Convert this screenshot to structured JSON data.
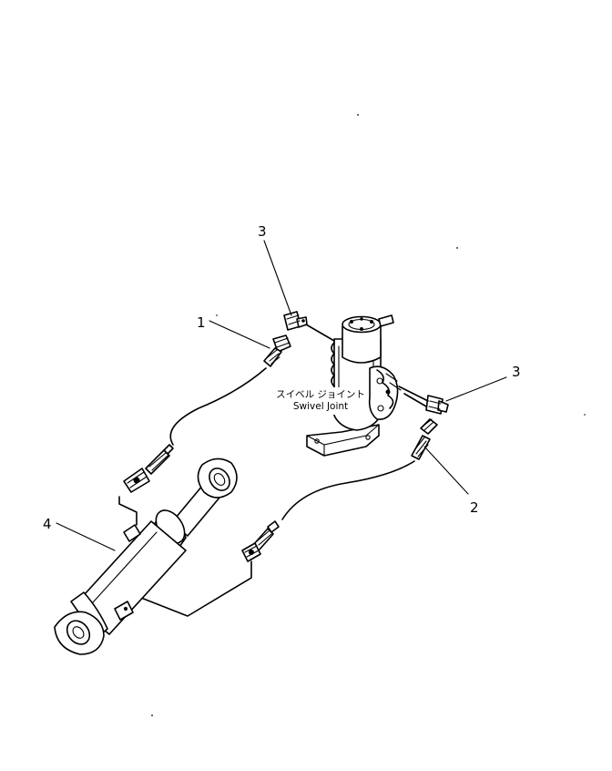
{
  "callouts": {
    "c1": "1",
    "c2": "2",
    "c3_top": "3",
    "c3_right": "3",
    "c4": "4"
  },
  "swivel_joint": {
    "label_jp": "スイベル ジョイント",
    "label_en": "Swivel Joint"
  }
}
